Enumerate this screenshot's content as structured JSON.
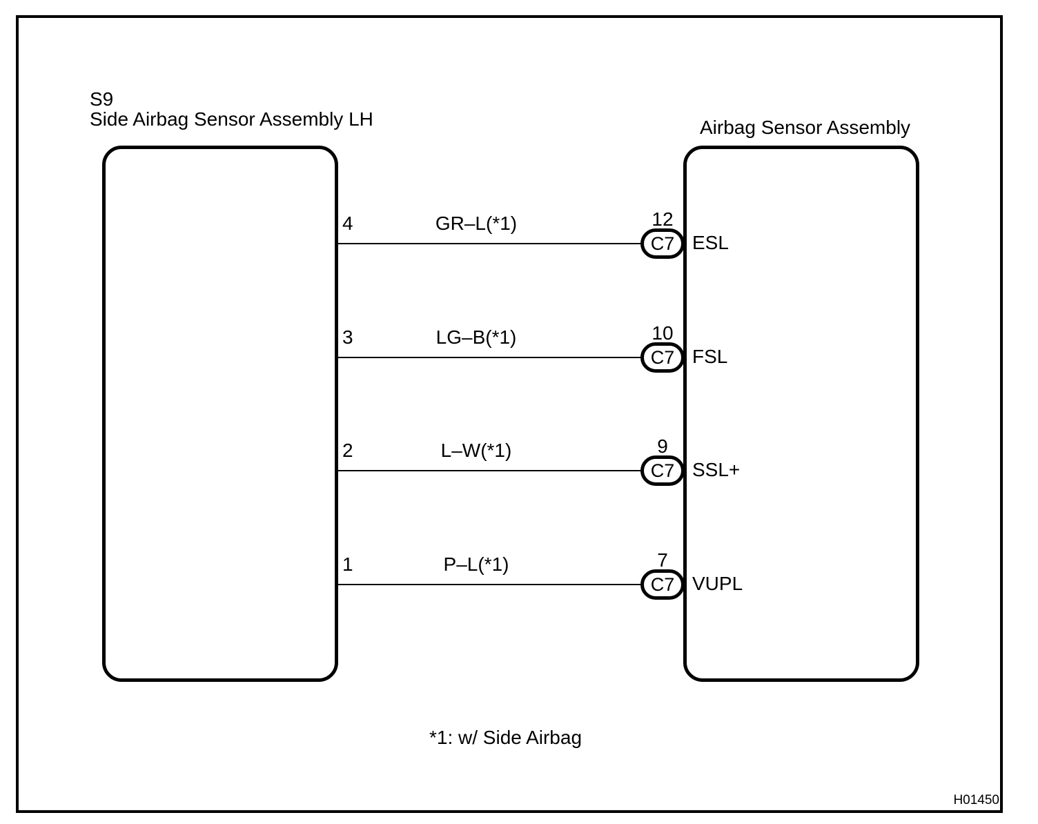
{
  "diagram": {
    "left_component": {
      "code": "S9",
      "name": "Side Airbag Sensor Assembly LH"
    },
    "right_component": {
      "name": "Airbag Sensor Assembly"
    },
    "wires": [
      {
        "left_pin": "4",
        "wire_label": "GR–L(*1)",
        "right_pin": "12",
        "connector": "C7",
        "terminal": "ESL"
      },
      {
        "left_pin": "3",
        "wire_label": "LG–B(*1)",
        "right_pin": "10",
        "connector": "C7",
        "terminal": "FSL"
      },
      {
        "left_pin": "2",
        "wire_label": "L–W(*1)",
        "right_pin": "9",
        "connector": "C7",
        "terminal": "SSL+"
      },
      {
        "left_pin": "1",
        "wire_label": "P–L(*1)",
        "right_pin": "7",
        "connector": "C7",
        "terminal": "VUPL"
      }
    ],
    "footnote": "*1: w/ Side Airbag",
    "figure_id": "H01450",
    "colors": {
      "line": "#000000",
      "background": "#ffffff"
    }
  }
}
